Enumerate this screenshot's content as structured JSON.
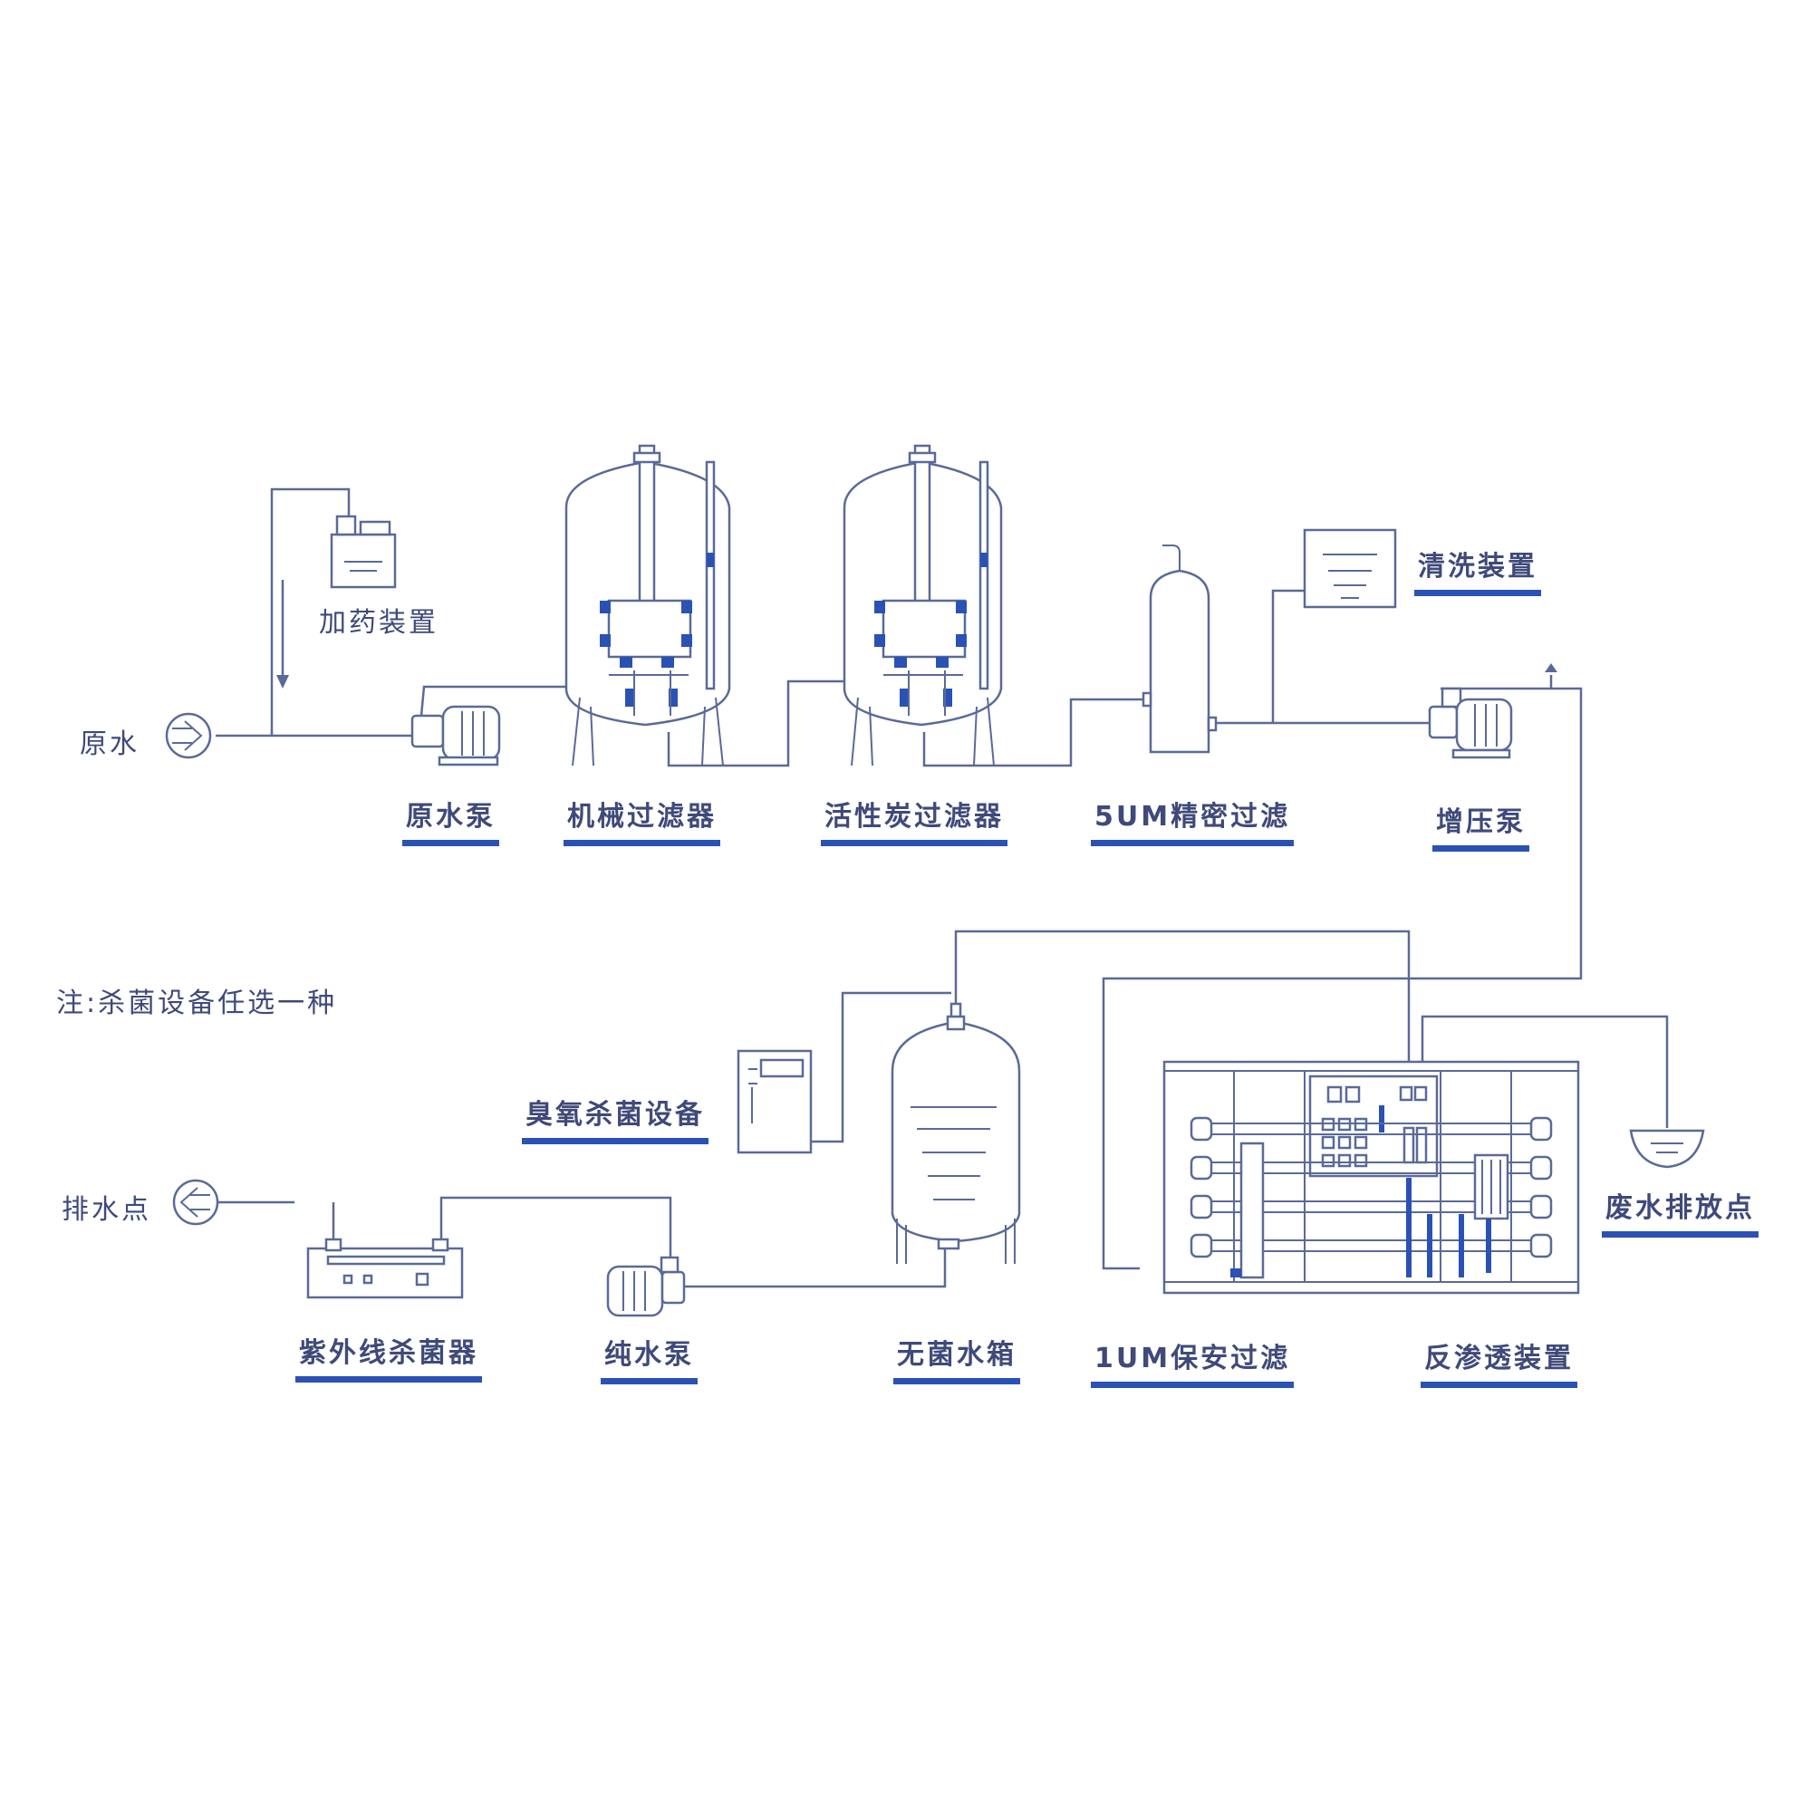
{
  "labels": {
    "raw_water": "原水",
    "dosing_device": "加药装置",
    "raw_water_pump": "原水泵",
    "mechanical_filter": "机械过滤器",
    "carbon_filter": "活性炭过滤器",
    "precision_filter_5um": "5UM精密过滤",
    "cleaning_device": "清洗装置",
    "booster_pump": "增压泵",
    "note": "注:杀菌设备任选一种",
    "ozone_sterilizer": "臭氧杀菌设备",
    "drain_point": "排水点",
    "uv_sterilizer": "紫外线杀菌器",
    "pure_water_pump": "纯水泵",
    "sterile_tank": "无菌水箱",
    "security_filter_1um": "1UM保安过滤",
    "ro_device": "反渗透装置",
    "waste_discharge": "废水排放点"
  },
  "colors": {
    "line": "#5a6a98",
    "accent": "#2a52b4",
    "text": "#3f4a7a"
  }
}
